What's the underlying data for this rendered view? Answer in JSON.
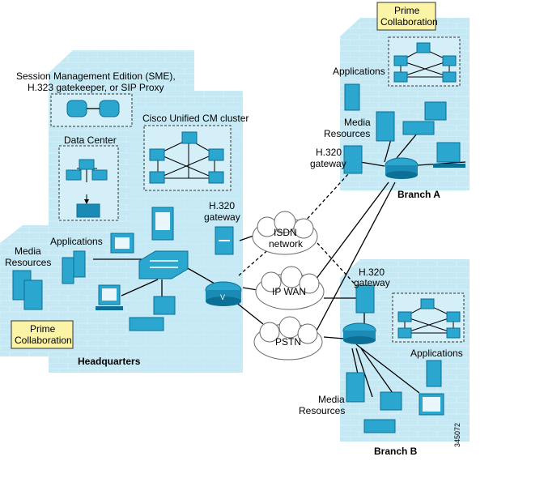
{
  "labels": {
    "sme_line1": "Session Management Edition (SME),",
    "sme_line2": "H.323 gatekeeper, or SIP Proxy",
    "data_center": "Data Center",
    "cucm_cluster": "Cisco Unified CM cluster",
    "hq_applications": "Applications",
    "hq_media_line1": "Media",
    "hq_media_line2": "Resources",
    "hq_prime_line1": "Prime",
    "hq_prime_line2": "Collaboration",
    "headquarters": "Headquarters",
    "hq_h320_line1": "H.320",
    "hq_h320_line2": "gateway",
    "isdn_line1": "ISDN",
    "isdn_line2": "network",
    "ipwan": "IP WAN",
    "pstn": "PSTN",
    "a_prime_line1": "Prime",
    "a_prime_line2": "Collaboration",
    "a_applications": "Applications",
    "a_media_line1": "Media",
    "a_media_line2": "Resources",
    "a_h320_line1": "H.320",
    "a_h320_line2": "gateway",
    "branch_a": "Branch A",
    "b_h320_line1": "H.320",
    "b_h320_line2": "gateway",
    "b_applications": "Applications",
    "b_media_line1": "Media",
    "b_media_line2": "Resources",
    "branch_b": "Branch B",
    "figure_id": "345072"
  },
  "colors": {
    "building": "#bfe6f2",
    "building_side": "#a5d9eb",
    "device": "#2aa6cf",
    "device_dark": "#0b6f96",
    "prime_box": "#fbf3a6",
    "cloud": "#ffffff"
  }
}
